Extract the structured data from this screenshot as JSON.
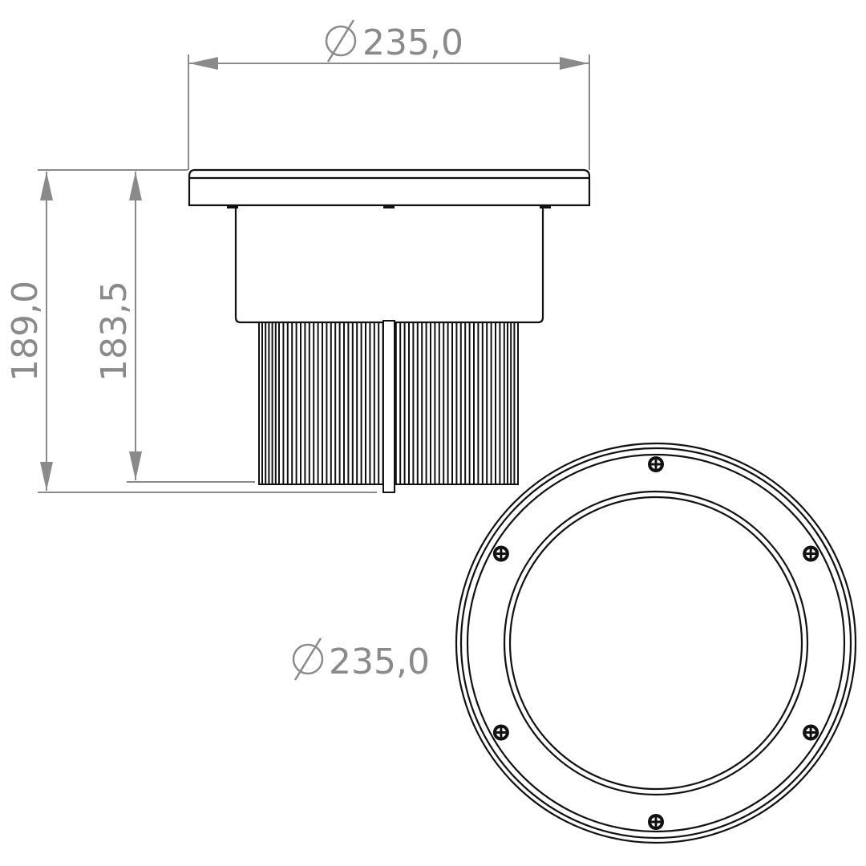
{
  "dimensions": {
    "diameter_symbol": "⌀",
    "top_diameter": "235,0",
    "front_diameter": "235,0",
    "overall_height": "189,0",
    "body_height": "183,5"
  },
  "colors": {
    "dimension": "#8a8a8a",
    "outline": "#111111",
    "background": "#ffffff"
  },
  "front_view": {
    "screw_count": 6
  }
}
